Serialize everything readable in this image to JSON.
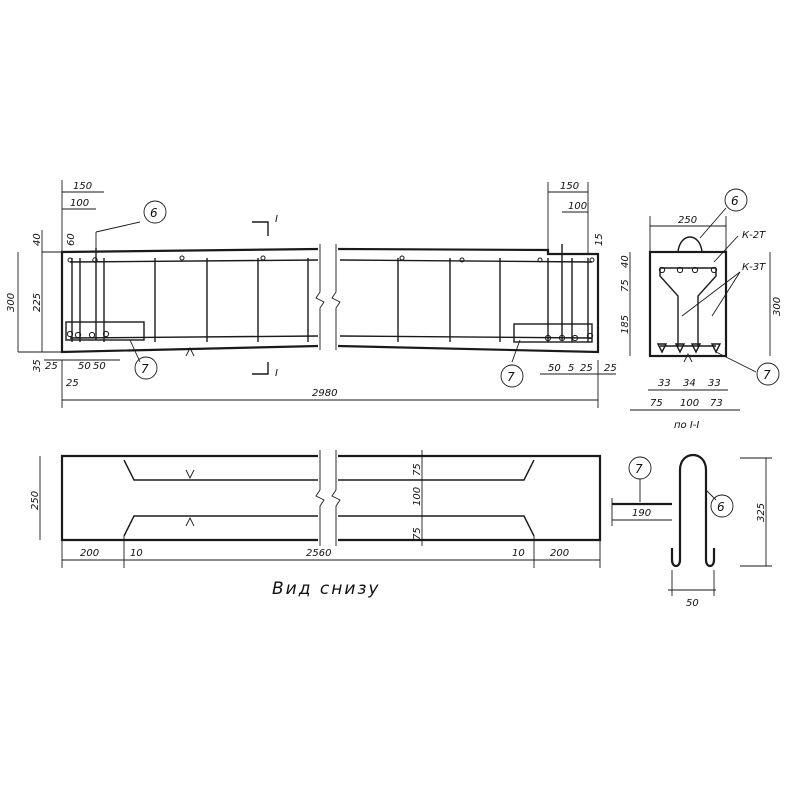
{
  "view_bottom": "Вид снизу",
  "section_label": "по I-I",
  "cut_mark": "I",
  "marks": {
    "m6": "6",
    "m7": "7"
  },
  "frames": {
    "k2t": "К-2Т",
    "k3t": "К-3Т"
  },
  "dims": {
    "d150": "150",
    "d100": "100",
    "d60": "60",
    "d40": "40",
    "d300": "300",
    "d225": "225",
    "d35": "35",
    "d25": "25",
    "d50": "50",
    "d5": "5",
    "d15": "15",
    "d2980": "2980",
    "d250": "250",
    "d75": "75",
    "d185": "185",
    "d33": "33",
    "d34": "34",
    "d73": "73",
    "d200": "200",
    "d10": "10",
    "d2560": "2560",
    "d190": "190",
    "d325": "325"
  }
}
